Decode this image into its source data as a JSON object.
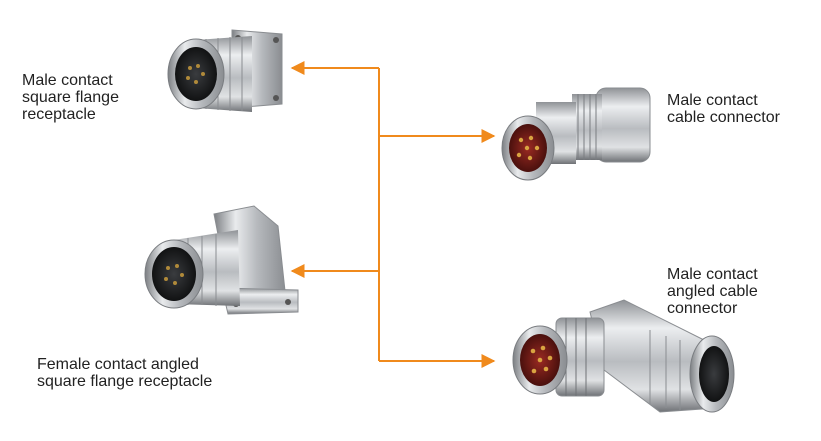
{
  "colors": {
    "connector_line": "#F08A1C",
    "metal_light": "#E6E7E9",
    "metal_mid": "#B4B6B9",
    "metal_dark": "#6B6E72",
    "contact_insert": "#7A1E1A",
    "pin_gold": "#D9A441",
    "label_text": "#222222"
  },
  "items": [
    {
      "id": "male-contact-square-flange-receptacle",
      "label_lines": [
        "Male contact",
        "square flange",
        "receptacle"
      ]
    },
    {
      "id": "male-contact-cable-connector",
      "label_lines": [
        "Male contact",
        "cable connector"
      ]
    },
    {
      "id": "female-contact-angled-square-flange-receptacle",
      "label_lines": [
        "Female contact angled",
        "square flange receptacle"
      ]
    },
    {
      "id": "male-contact-angled-cable-connector",
      "label_lines": [
        "Male contact",
        "angled cable",
        "connector"
      ]
    }
  ]
}
